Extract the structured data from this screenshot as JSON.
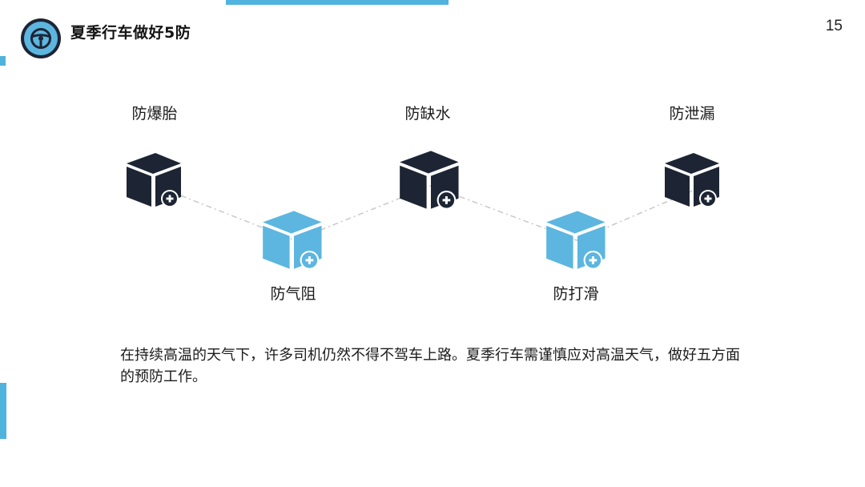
{
  "header": {
    "title": "夏季行车做好5防",
    "page_number": "15",
    "logo_icon": "steering-wheel-icon"
  },
  "nodes": [
    {
      "label": "防爆胎",
      "style": "dark"
    },
    {
      "label": "防气阻",
      "style": "light"
    },
    {
      "label": "防缺水",
      "style": "dark"
    },
    {
      "label": "防打滑",
      "style": "light"
    },
    {
      "label": "防泄漏",
      "style": "dark"
    }
  ],
  "description": "在持续高温的天气下，许多司机仍然不得不驾车上路。夏季行车需谨慎应对高温天气，做好五方面的预防工作。",
  "colors": {
    "dark": "#1d2534",
    "light": "#5cb6df",
    "accent": "#4fb3de"
  }
}
